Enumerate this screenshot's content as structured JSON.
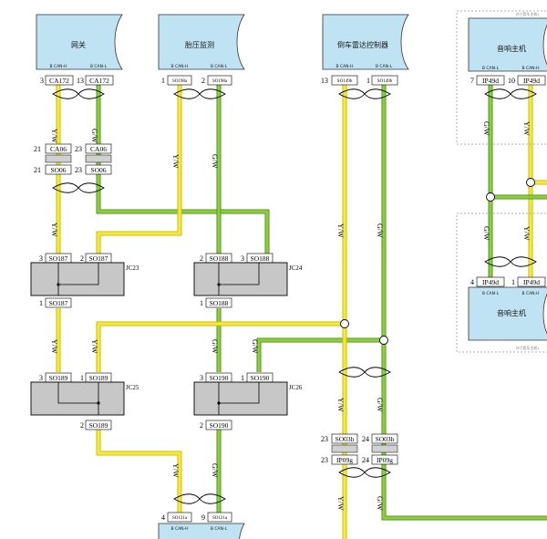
{
  "modules": {
    "gateway": {
      "title": "网关",
      "pin_a": "B CAN-H",
      "pin_b": "B CAN-L",
      "pin_a_num": "3",
      "pin_b_num": "13",
      "conn_a": "CA172",
      "conn_b": "CA172"
    },
    "tpms": {
      "title": "胎压监测",
      "pin_a": "B CAN-H",
      "pin_b": "B CAN-L",
      "pin_a_num": "1",
      "pin_b_num": "2",
      "conn_a": "SO198a",
      "conn_b": "SO198a"
    },
    "radar": {
      "title": "倒车雷达控制器",
      "pin_a": "B CAN-H",
      "pin_b": "B CAN-L",
      "pin_a_num": "13",
      "pin_b_num": "1",
      "conn_a": "SO149b",
      "conn_b": "SO149b"
    },
    "audio_top": {
      "title": "音响主机",
      "pin_a": "B CAN-L",
      "pin_b": "B CAN-H",
      "pin_a_num": "7",
      "pin_b_num": "10",
      "conn_a": "IP49d",
      "conn_b": "IP49d",
      "dash_note": "(8寸音乐主机)"
    },
    "audio_bottom": {
      "title": "音响主机",
      "pin_a": "B CAN-L",
      "pin_b": "B CAN-H",
      "pin_a_num": "4",
      "pin_b_num": "1",
      "conn_a": "IP49d",
      "conn_b": "IP49d",
      "dash_note": "(8寸音乐主机)"
    },
    "bottom_module": {
      "pin_a": "B CAN-H",
      "pin_b": "B CAN-L",
      "pin_a_num": "4",
      "pin_b_num": "9",
      "conn_a": "SO121a",
      "conn_b": "SO121a"
    }
  },
  "wire_colors": {
    "yw": "Y/W",
    "gw": "G/W"
  },
  "inline_connectors": {
    "ca06_a": {
      "num": "21",
      "name": "CA06"
    },
    "ca06_b": {
      "num": "23",
      "name": "CA06"
    },
    "so06_a": {
      "num": "21",
      "name": "SO06"
    },
    "so06_b": {
      "num": "23",
      "name": "SO06"
    },
    "so03h_a": {
      "num": "23",
      "name": "SO03h"
    },
    "so03h_b": {
      "num": "24",
      "name": "SO03h"
    },
    "ip09g_a": {
      "num": "23",
      "name": "IP09g"
    },
    "ip09g_b": {
      "num": "24",
      "name": "IP09g"
    }
  },
  "joints": {
    "jc23": {
      "name": "JC23",
      "top_a_num": "3",
      "top_a": "SO187",
      "top_b_num": "2",
      "top_b": "SO187",
      "bot_num": "1",
      "bot": "SO187"
    },
    "jc24": {
      "name": "JC24",
      "top_a_num": "2",
      "top_a": "SO188",
      "top_b_num": "3",
      "top_b": "SO188",
      "bot_num": "1",
      "bot": "SO188"
    },
    "jc25": {
      "name": "JC25",
      "top_a_num": "3",
      "top_a": "SO189",
      "top_b_num": "1",
      "top_b": "SO189",
      "bot_num": "2",
      "bot": "SO189"
    },
    "jc26": {
      "name": "JC26",
      "top_a_num": "3",
      "top_a": "SO190",
      "top_b_num": "1",
      "top_b": "SO190",
      "bot_num": "2",
      "bot": "SO190"
    }
  },
  "colors": {
    "yellow": "#f5ea3a",
    "green": "#8ccf3c",
    "module_fill": "#bfe3f3",
    "joint_fill": "#c7c7c7"
  }
}
